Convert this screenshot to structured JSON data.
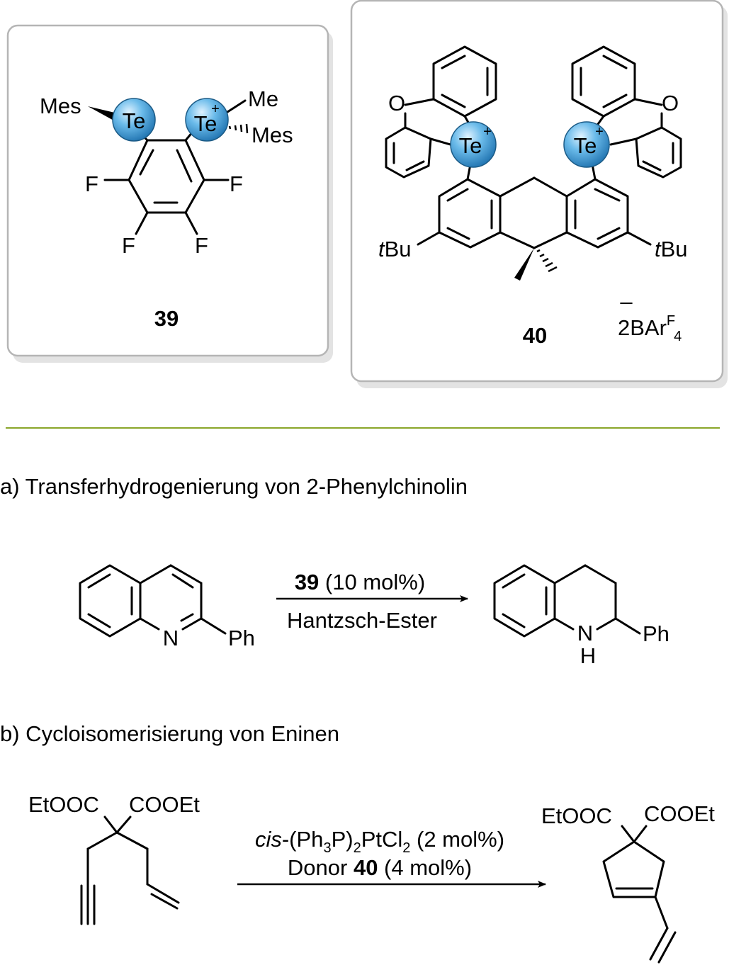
{
  "compound_39": {
    "label": "39",
    "atoms": {
      "mes_left": "Mes",
      "te_left": "Te",
      "te_right": "Te",
      "plus": "+",
      "me": "Me",
      "mes_right": "Mes",
      "f1": "F",
      "f2": "F",
      "f3": "F",
      "f4": "F"
    }
  },
  "compound_40": {
    "label": "40",
    "atoms": {
      "o_left": "O",
      "o_right": "O",
      "te_left": "Te",
      "te_right": "Te",
      "plus": "+",
      "tbu_left_t": "t",
      "tbu_left_rest": "Bu",
      "tbu_right_t": "t",
      "tbu_right_rest": "Bu"
    },
    "counterion": {
      "minus": "–",
      "prefix": "2BAr",
      "sup": "F",
      "sub": "4"
    }
  },
  "section_a": {
    "title": "a) Transferhydrogenierung von 2-Phenylchinolin",
    "reagent_bold": "39",
    "reagent_rest": " (10 mol%)",
    "reagent_2": "Hantzsch-Ester",
    "reactant_atoms": {
      "n": "N",
      "ph": "Ph"
    },
    "product_atoms": {
      "n": "N",
      "h": "H",
      "ph": "Ph"
    }
  },
  "section_b": {
    "title": "b) Cycloisomerisierung von Eninen",
    "catalyst_italic": "cis",
    "catalyst_parts": [
      "-(Ph",
      "3",
      "P)",
      "2",
      "PtCl",
      "2",
      " (2 mol%)"
    ],
    "donor_prefix": "Donor ",
    "donor_bold": "40",
    "donor_rest": " (4 mol%)",
    "reactant_labels": {
      "ester_left": "EtOOC",
      "ester_right": "COOEt"
    },
    "product_labels": {
      "ester_left": "EtOOC",
      "ester_right": "COOEt"
    }
  },
  "colors": {
    "te_ball_light": "#cfe9fa",
    "te_ball_mid": "#5fb1e3",
    "te_ball_dark": "#2b7fb8",
    "divider": "#8aa62a",
    "box_border": "#b5b5b5"
  }
}
